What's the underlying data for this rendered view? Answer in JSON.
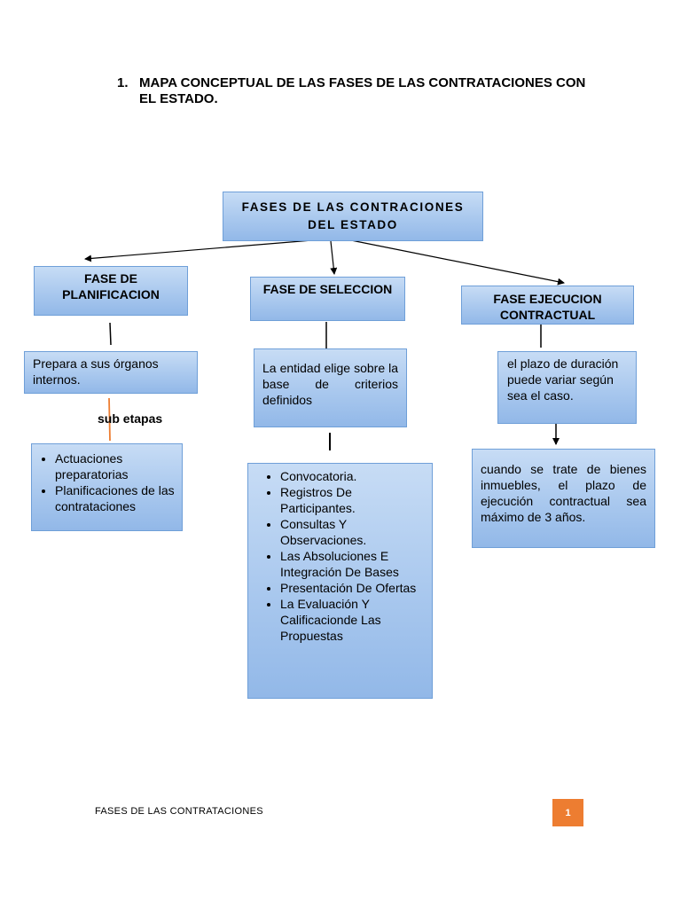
{
  "heading": {
    "number": "1.",
    "text": "MAPA CONCEPTUAL DE LAS FASES DE LAS CONTRATACIONES CON EL ESTADO."
  },
  "root": {
    "label": "FASES DE LAS CONTRACIONES DEL ESTADO"
  },
  "phases": [
    {
      "label": "FASE DE PLANIFICACION",
      "description": "Prepara a sus órganos internos.",
      "sub_label": "sub etapas",
      "items": [
        "Actuaciones preparatorias",
        "Planificaciones  de las contrataciones"
      ]
    },
    {
      "label": "FASE DE SELECCION",
      "description": "La entidad elige sobre la base de criterios definidos",
      "items": [
        "Convocatoria.",
        "Registros De Participantes.",
        "Consultas Y Observaciones.",
        "Las Absoluciones E Integración De Bases",
        "Presentación De Ofertas",
        "La Evaluación Y Calificacionde Las Propuestas"
      ]
    },
    {
      "label": "FASE EJECUCION CONTRACTUAL",
      "description": "el plazo de duración puede variar según sea el caso.",
      "detail": "cuando se trate de bienes inmuebles, el plazo de ejecución contractual sea máximo de 3 años."
    }
  ],
  "footer": {
    "text": "FASES DE LAS CONTRATACIONES",
    "page": "1"
  },
  "colors": {
    "box_fill": "#a9c8ee",
    "box_border": "#6f9fd8",
    "badge": "#ed7d31",
    "accent_line": "#ed7d31"
  }
}
